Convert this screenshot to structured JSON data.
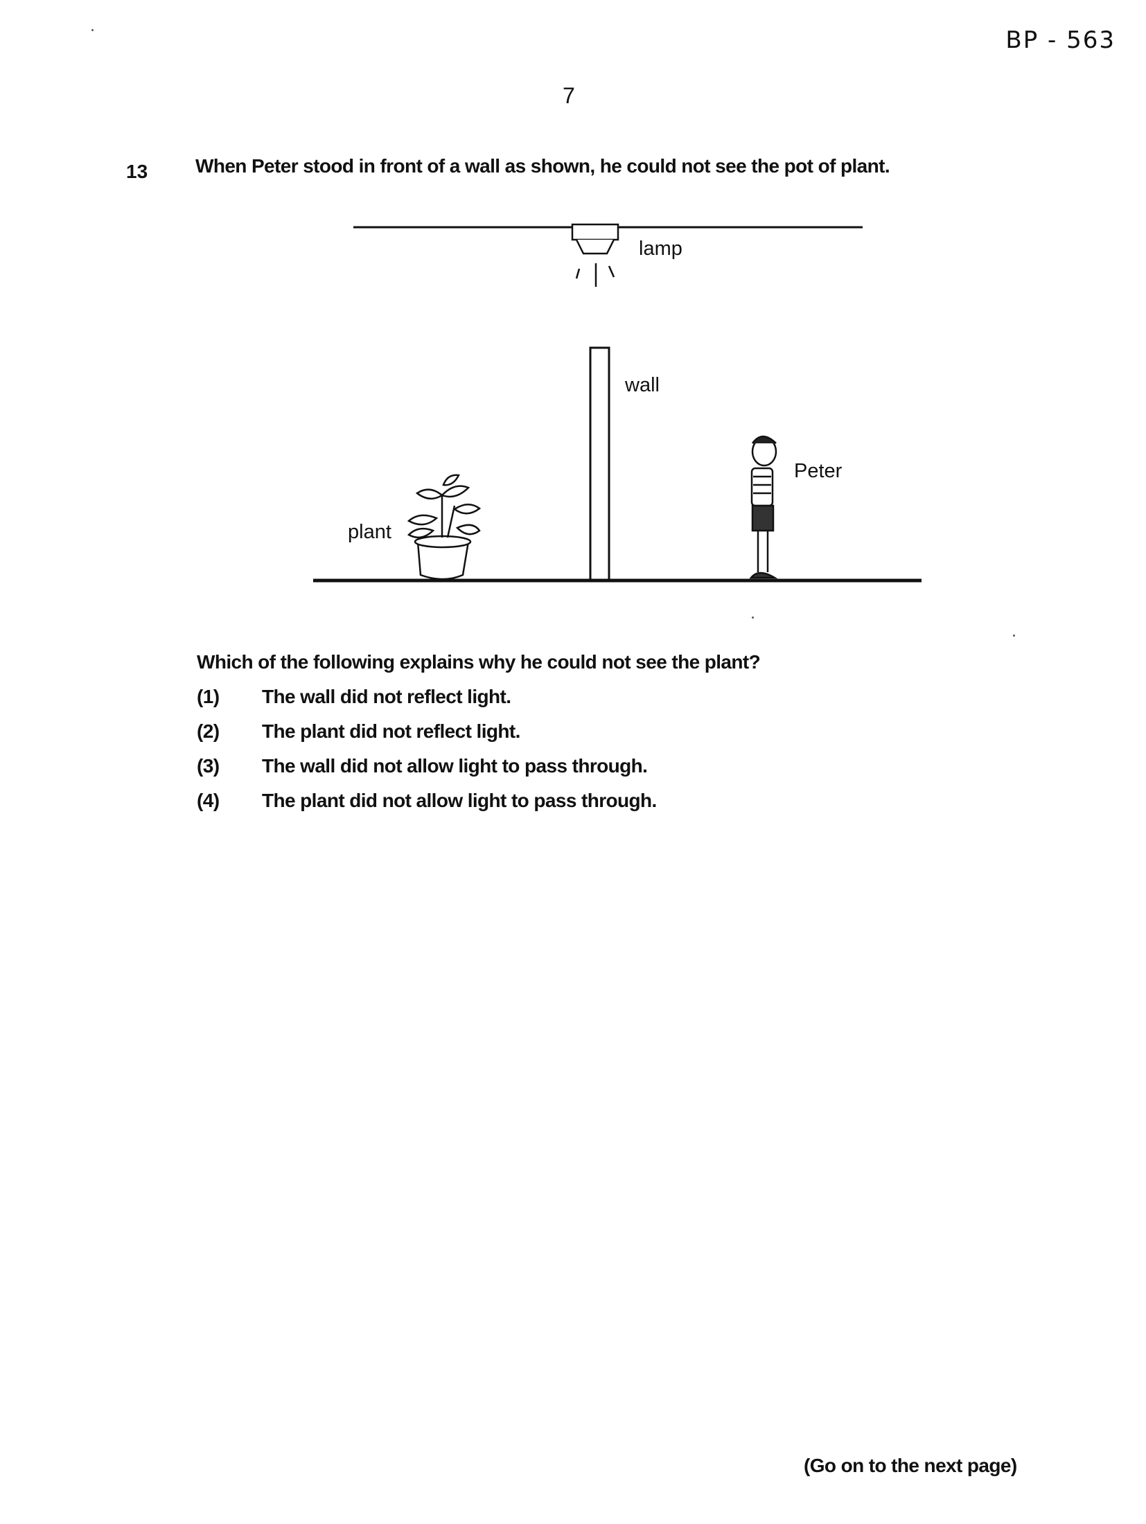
{
  "header": {
    "code": "BP - 563",
    "page_number": "7"
  },
  "question": {
    "number": "13",
    "text": "When Peter stood in front of a wall as shown, he could not see the pot of plant."
  },
  "diagram": {
    "labels": {
      "lamp": "lamp",
      "wall": "wall",
      "peter": "Peter",
      "plant": "plant"
    }
  },
  "prompt": "Which of the following explains why he could not see the plant?",
  "options": [
    {
      "num": "(1)",
      "text": "The wall did not reflect light."
    },
    {
      "num": "(2)",
      "text": "The plant did not reflect light."
    },
    {
      "num": "(3)",
      "text": "The wall did not allow light to pass through."
    },
    {
      "num": "(4)",
      "text": "The plant did not allow light to pass through."
    }
  ],
  "footer": "(Go on to the next page)"
}
